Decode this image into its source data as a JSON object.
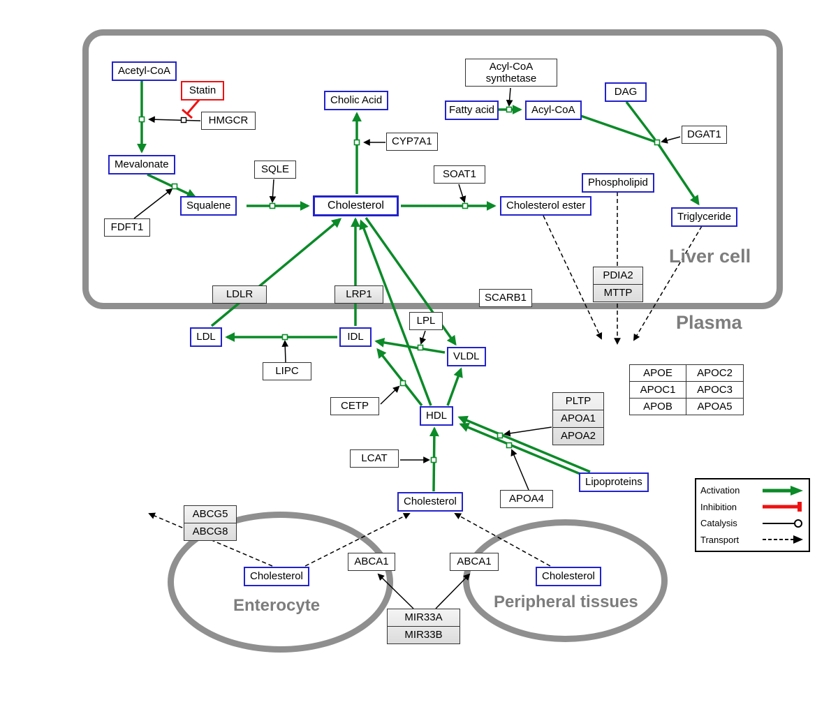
{
  "regions": {
    "liver_cell": "Liver cell",
    "plasma": "Plasma",
    "enterocyte": "Enterocyte",
    "peripheral_tissues": "Peripheral tissues"
  },
  "nodes": {
    "acetyl_coa": "Acetyl-CoA",
    "statin": "Statin",
    "hmgcr": "HMGCR",
    "mevalonate": "Mevalonate",
    "fdft1": "FDFT1",
    "squalene": "Squalene",
    "sqle": "SQLE",
    "cholesterol_liver": "Cholesterol",
    "cholic_acid": "Cholic Acid",
    "cyp7a1": "CYP7A1",
    "soat1": "SOAT1",
    "cholesterol_ester": "Cholesterol ester",
    "acyl_coa_synthetase_line1": "Acyl-CoA",
    "acyl_coa_synthetase_line2": "synthetase",
    "fatty_acid": "Fatty acid",
    "acyl_coa": "Acyl-CoA",
    "dag": "DAG",
    "dgat1": "DGAT1",
    "phospholipid": "Phospholipid",
    "triglyceride": "Triglyceride",
    "ldlr": "LDLR",
    "lrp1": "LRP1",
    "scarb1": "SCARB1",
    "ldl": "LDL",
    "idl": "IDL",
    "vldl": "VLDL",
    "hdl": "HDL",
    "lpl": "LPL",
    "lipc": "LIPC",
    "cetp": "CETP",
    "lcat": "LCAT",
    "apoa4": "APOA4",
    "lipoproteins": "Lipoproteins",
    "cholesterol_plasma": "Cholesterol",
    "cholesterol_enterocyte": "Cholesterol",
    "cholesterol_peripheral": "Cholesterol",
    "abca1_left": "ABCA1",
    "abca1_right": "ABCA1"
  },
  "stacks": {
    "pdia2_mttp": [
      "PDIA2",
      "MTTP"
    ],
    "pltp_apoa": [
      "PLTP",
      "APOA1",
      "APOA2"
    ],
    "abcg": [
      "ABCG5",
      "ABCG8"
    ],
    "mir33": [
      "MIR33A",
      "MIR33B"
    ]
  },
  "apo_table": [
    [
      "APOE",
      "APOC2"
    ],
    [
      "APOC1",
      "APOC3"
    ],
    [
      "APOB",
      "APOA5"
    ]
  ],
  "legend": {
    "activation": "Activation",
    "inhibition": "Inhibition",
    "catalysis": "Catalysis",
    "transport": "Transport"
  },
  "colors": {
    "activation-green": "#0b8a28",
    "inhibition-red": "#ee1111",
    "metabolite-blue": "#2222cc",
    "compartment-gray": "#8f8f8f",
    "label-gray": "#7d7d7d"
  }
}
